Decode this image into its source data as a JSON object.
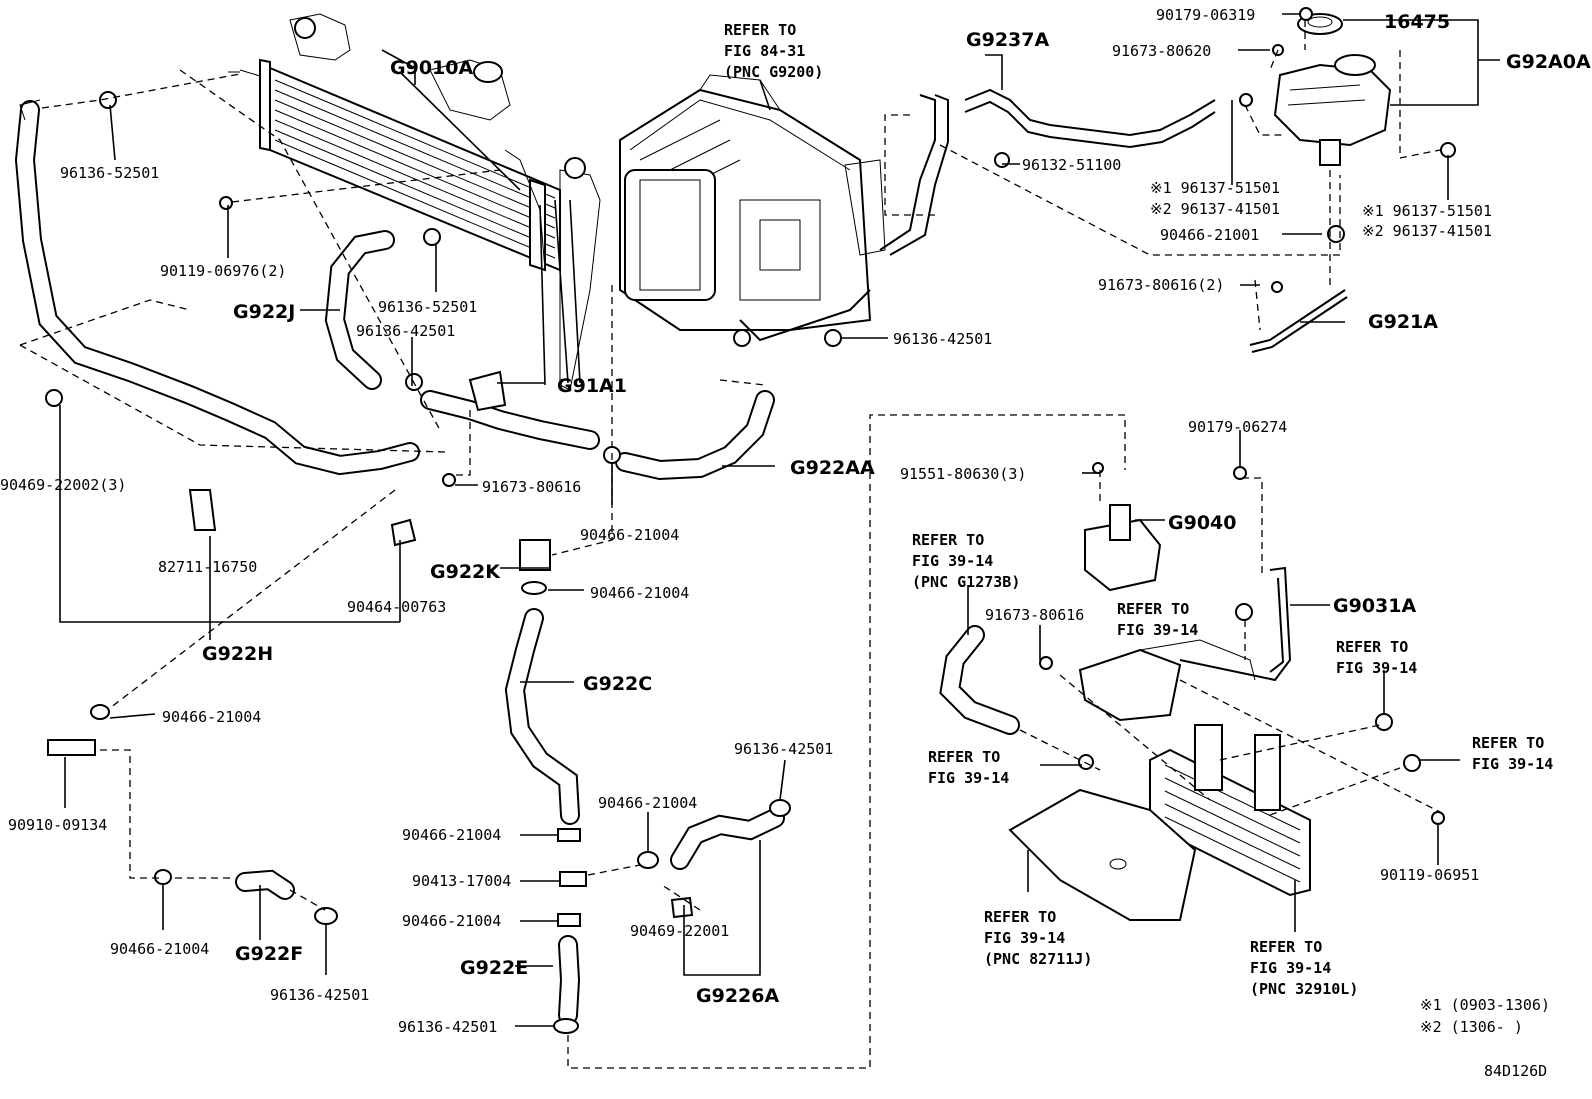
{
  "diagram_code": "84D126D",
  "callouts": {
    "g9010a": "G9010A",
    "g922j": "G922J",
    "g91a1": "G91A1",
    "g922aa": "G922AA",
    "g922k": "G922K",
    "g922h": "G922H",
    "g922c": "G922C",
    "g922f": "G922F",
    "g922e": "G922E",
    "g9226a": "G9226A",
    "g9237a": "G9237A",
    "g92a0a": "G92A0A",
    "p16475": "16475",
    "g921a": "G921A",
    "g9040": "G9040",
    "g9031a": "G9031A"
  },
  "parts": {
    "p96136_52501_a": "96136-52501",
    "p90119_06976": "90119-06976(2)",
    "p96136_52501_b": "96136-52501",
    "p96136_42501_a": "96136-42501",
    "p90469_22002": "90469-22002(3)",
    "p91673_80616_a": "91673-80616",
    "p90466_21004_a": "90466-21004",
    "p82711_16750": "82711-16750",
    "p90464_00763": "90464-00763",
    "p90466_21004_b": "90466-21004",
    "p90466_21004_c": "90466-21004",
    "p90910_09134": "90910-09134",
    "p90466_21004_d": "90466-21004",
    "p96136_42501_b": "96136-42501",
    "p90466_21004_e": "90466-21004",
    "p90413_17004": "90413-17004",
    "p90466_21004_f": "90466-21004",
    "p96136_42501_c": "96136-42501",
    "p90466_21004_g": "90466-21004",
    "p96136_42501_d": "96136-42501",
    "p90469_22001": "90469-22001",
    "p96136_42501_e": "96136-42501",
    "p96132_51100": "96132-51100",
    "p96137_51501_a": "※1 96137-51501",
    "p96137_41501_a": "※2 96137-41501",
    "p90466_21001": "90466-21001",
    "p91673_80616_2": "91673-80616(2)",
    "p90179_06319": "90179-06319",
    "p91673_80620": "91673-80620",
    "p96137_51501_b": "※1 96137-51501",
    "p96137_41501_b": "※2 96137-41501",
    "p90179_06274": "90179-06274",
    "p91551_80630": "91551-80630(3)",
    "p91673_80616_b": "91673-80616",
    "p90119_06951": "90119-06951"
  },
  "refs": {
    "r84_line1": "REFER TO",
    "r84_line2": "FIG 84-31",
    "r84_line3": "(PNC G9200)",
    "rg1273_line1": "REFER TO",
    "rg1273_line2": "FIG 39-14",
    "rg1273_line3": "(PNC G1273B)",
    "r39a_line1": "REFER TO",
    "r39a_line2": "FIG 39-14",
    "r39b_line1": "REFER TO",
    "r39b_line2": "FIG 39-14",
    "r39c_line1": "REFER TO",
    "r39c_line2": "FIG 39-14",
    "r39d_line1": "REFER TO",
    "r39d_line2": "FIG 39-14",
    "r82711_line1": "REFER TO",
    "r82711_line2": "FIG 39-14",
    "r82711_line3": "(PNC 82711J)",
    "r32910_line1": "REFER TO",
    "r32910_line2": "FIG 39-14",
    "r32910_line3": "(PNC 32910L)"
  },
  "footnotes": {
    "note1": "※1 (0903-1306)",
    "note2": "※2 (1306-      )"
  }
}
